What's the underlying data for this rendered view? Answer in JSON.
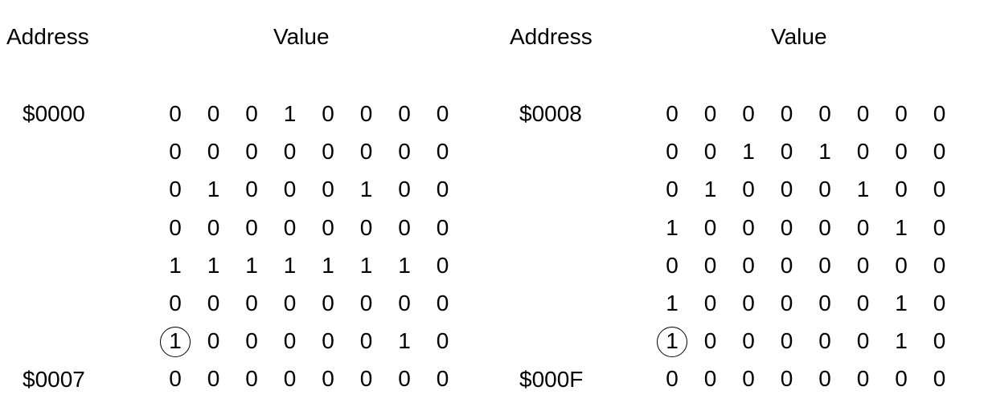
{
  "headers": {
    "left_address": "Address",
    "left_value": "Value",
    "right_address": "Address",
    "right_value": "Value"
  },
  "tables": [
    {
      "start_address": "$0000",
      "end_address": "$0007",
      "rows": [
        [
          0,
          0,
          0,
          1,
          0,
          0,
          0,
          0
        ],
        [
          0,
          0,
          0,
          0,
          0,
          0,
          0,
          0
        ],
        [
          0,
          1,
          0,
          0,
          0,
          1,
          0,
          0
        ],
        [
          0,
          0,
          0,
          0,
          0,
          0,
          0,
          0
        ],
        [
          1,
          1,
          1,
          1,
          1,
          1,
          1,
          0
        ],
        [
          0,
          0,
          0,
          0,
          0,
          0,
          0,
          0
        ],
        [
          1,
          0,
          0,
          0,
          0,
          0,
          1,
          0
        ],
        [
          0,
          0,
          0,
          0,
          0,
          0,
          0,
          0
        ]
      ],
      "circled": {
        "row": 6,
        "col": 0
      }
    },
    {
      "start_address": "$0008",
      "end_address": "$000F",
      "rows": [
        [
          0,
          0,
          0,
          0,
          0,
          0,
          0,
          0
        ],
        [
          0,
          0,
          1,
          0,
          1,
          0,
          0,
          0
        ],
        [
          0,
          1,
          0,
          0,
          0,
          1,
          0,
          0
        ],
        [
          1,
          0,
          0,
          0,
          0,
          0,
          1,
          0
        ],
        [
          0,
          0,
          0,
          0,
          0,
          0,
          0,
          0
        ],
        [
          1,
          0,
          0,
          0,
          0,
          0,
          1,
          0
        ],
        [
          1,
          0,
          0,
          0,
          0,
          0,
          1,
          0
        ],
        [
          0,
          0,
          0,
          0,
          0,
          0,
          0,
          0
        ]
      ],
      "circled": {
        "row": 6,
        "col": 0
      }
    }
  ]
}
